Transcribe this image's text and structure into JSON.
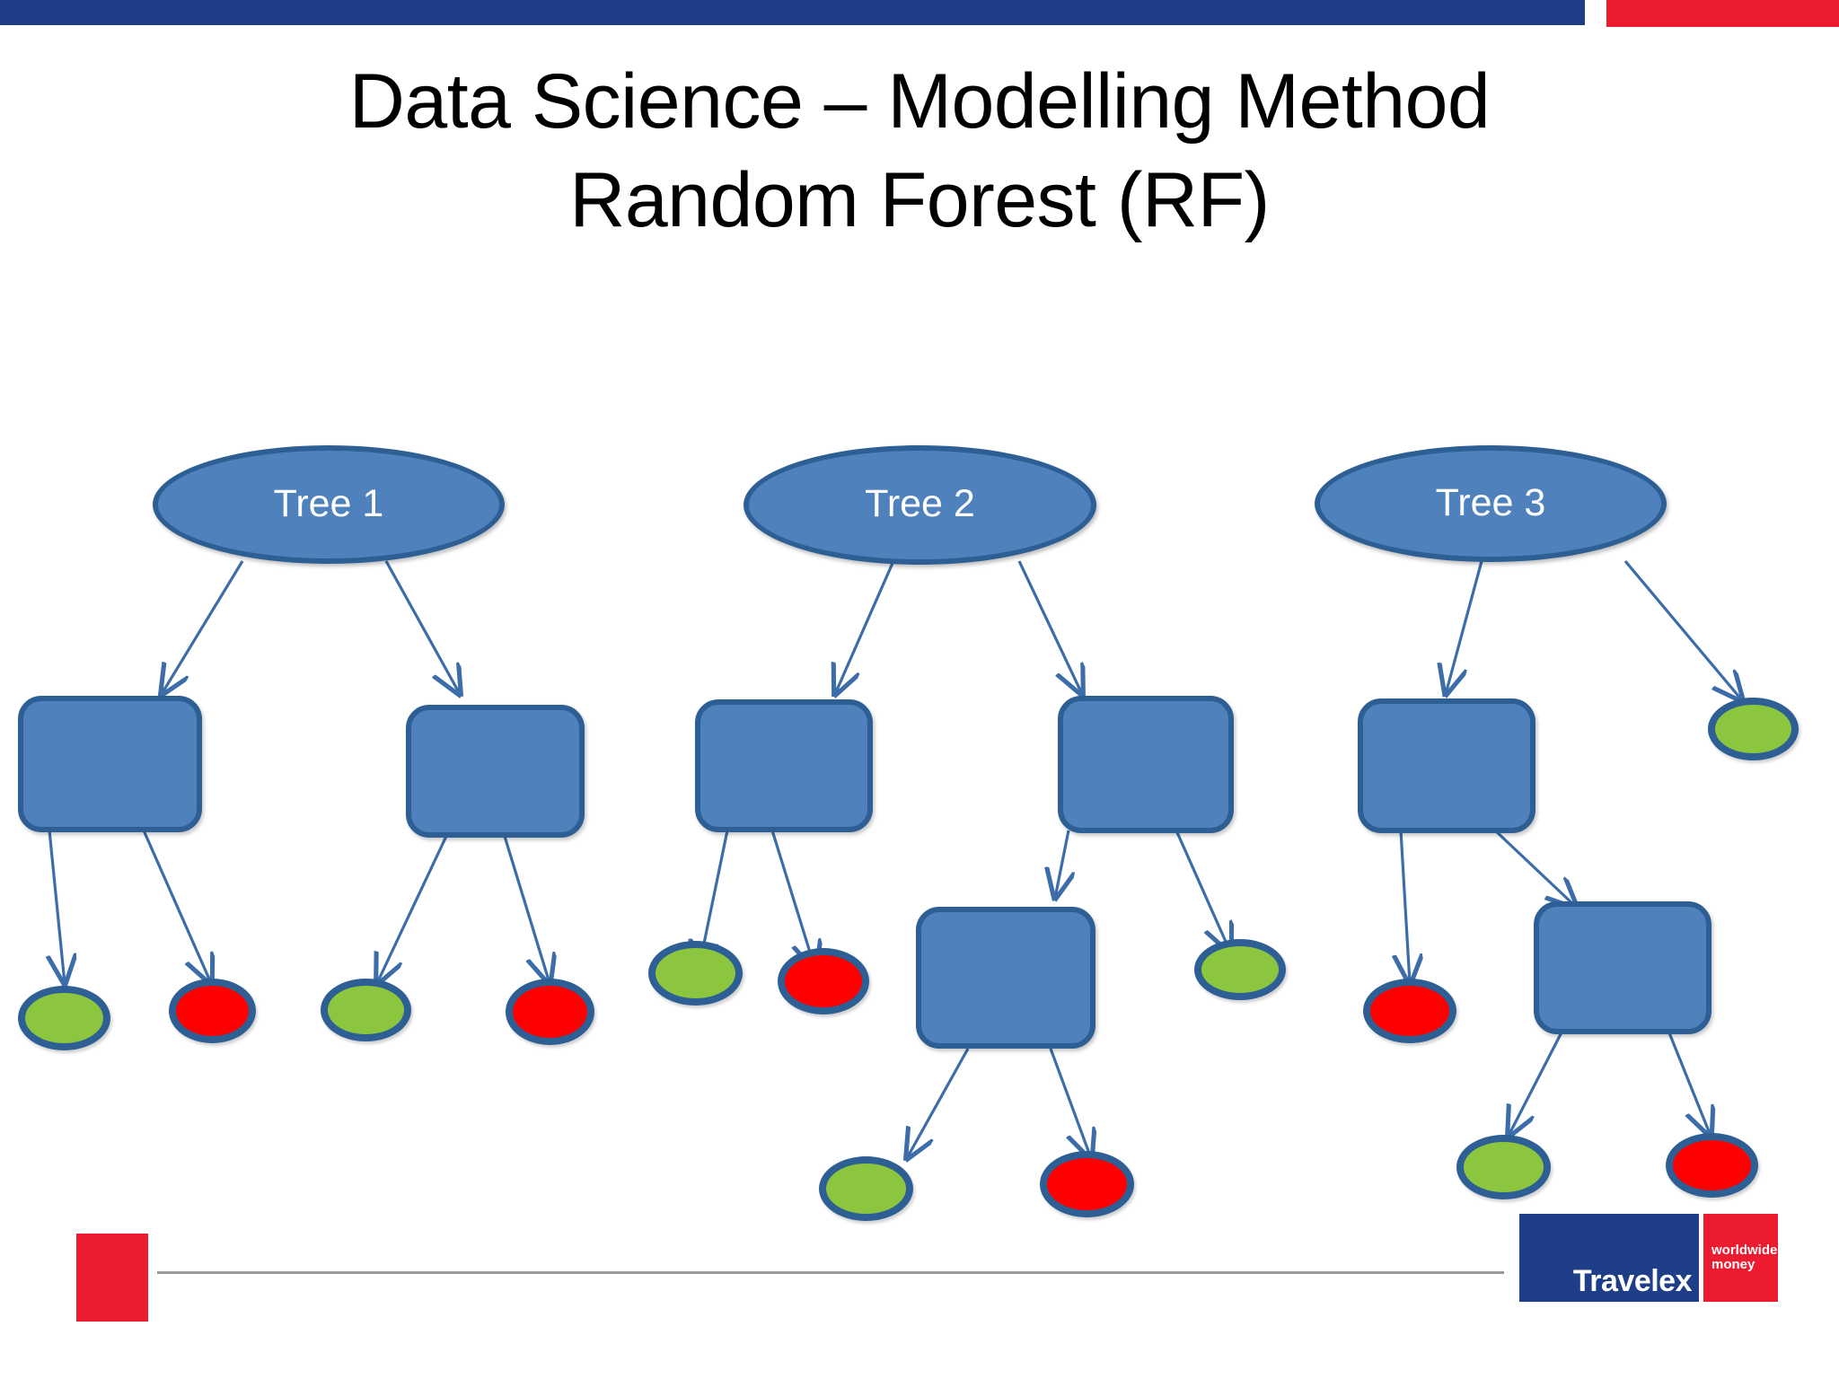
{
  "slide": {
    "title_line1": "Data Science – Modelling Method",
    "title_line2": "Random Forest (RF)"
  },
  "theme": {
    "bar_blue": "#1F3E88",
    "bar_red": "#ED1B2F",
    "node_fill": "#4F81BD",
    "node_stroke": "#2E5F94",
    "leaf_green": "#8CC63E",
    "leaf_red": "#FF0000",
    "edge_color": "#3C6DA8",
    "rule_color": "#9A9A9A"
  },
  "diagram": {
    "type": "tree",
    "trees": [
      {
        "id": "tree1",
        "root_label": "Tree 1",
        "nodes": [
          {
            "name": "tree1-root",
            "kind": "root",
            "label": "Tree 1"
          },
          {
            "name": "tree1-node-a",
            "kind": "box",
            "label": ""
          },
          {
            "name": "tree1-node-b",
            "kind": "box",
            "label": ""
          },
          {
            "name": "tree1-leaf-1",
            "kind": "leaf",
            "class": "green"
          },
          {
            "name": "tree1-leaf-2",
            "kind": "leaf",
            "class": "red"
          },
          {
            "name": "tree1-leaf-3",
            "kind": "leaf",
            "class": "green"
          },
          {
            "name": "tree1-leaf-4",
            "kind": "leaf",
            "class": "red"
          }
        ]
      },
      {
        "id": "tree2",
        "root_label": "Tree 2",
        "nodes": [
          {
            "name": "tree2-root",
            "kind": "root",
            "label": "Tree 2"
          },
          {
            "name": "tree2-node-a",
            "kind": "box",
            "label": ""
          },
          {
            "name": "tree2-node-b",
            "kind": "box",
            "label": ""
          },
          {
            "name": "tree2-node-c",
            "kind": "box",
            "label": ""
          },
          {
            "name": "tree2-leaf-1",
            "kind": "leaf",
            "class": "green"
          },
          {
            "name": "tree2-leaf-2",
            "kind": "leaf",
            "class": "red"
          },
          {
            "name": "tree2-leaf-3",
            "kind": "leaf",
            "class": "green"
          },
          {
            "name": "tree2-leaf-4",
            "kind": "leaf",
            "class": "green"
          },
          {
            "name": "tree2-leaf-5",
            "kind": "leaf",
            "class": "red"
          }
        ]
      },
      {
        "id": "tree3",
        "root_label": "Tree 3",
        "nodes": [
          {
            "name": "tree3-root",
            "kind": "root",
            "label": "Tree 3"
          },
          {
            "name": "tree3-node-a",
            "kind": "box",
            "label": ""
          },
          {
            "name": "tree3-node-b",
            "kind": "box",
            "label": ""
          },
          {
            "name": "tree3-leaf-1",
            "kind": "leaf",
            "class": "green"
          },
          {
            "name": "tree3-leaf-2",
            "kind": "leaf",
            "class": "red"
          },
          {
            "name": "tree3-leaf-3",
            "kind": "leaf",
            "class": "green"
          },
          {
            "name": "tree3-leaf-4",
            "kind": "leaf",
            "class": "red"
          }
        ]
      }
    ]
  },
  "footer": {
    "logo_word": "Travelex",
    "logo_sub_line1": "worldwide",
    "logo_sub_line2": "money"
  }
}
